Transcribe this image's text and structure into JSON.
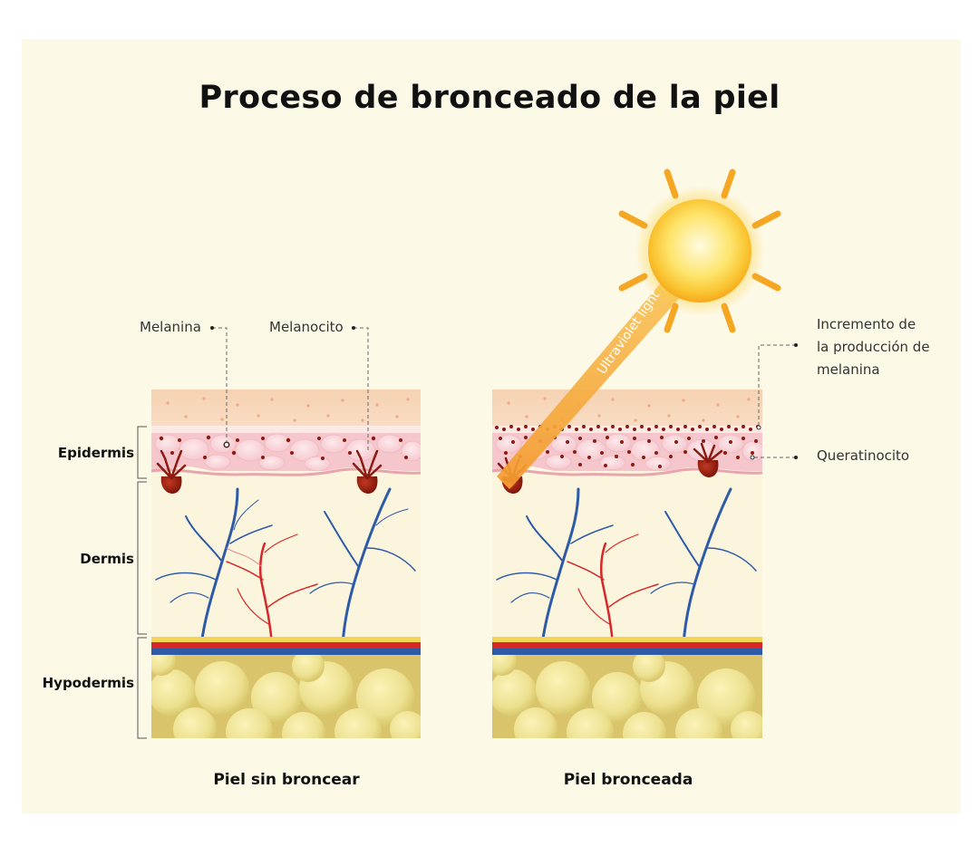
{
  "title": "Proceso de bronceado de la piel",
  "labels": {
    "melanina": "Melanina",
    "melanocito": "Melanocito",
    "increment_line1": "Incremento de",
    "increment_line2": "la producción de",
    "increment_line3": "melanina",
    "queratinocito": "Queratinocito",
    "uv_light": "Ultraviolet light"
  },
  "layers": {
    "epidermis": "Epidermis",
    "dermis": "Dermis",
    "hypodermis": "Hypodermis"
  },
  "captions": {
    "untanned": "Piel sin broncear",
    "tanned": "Piel bronceada"
  },
  "colors": {
    "background": "#fdf9e7",
    "artery": "#d62828",
    "vein": "#2e5aa8",
    "melanin": "#8b1a10",
    "fat": "#e8d98a",
    "sun": "#fbd03b",
    "sun_rays": "#f5a623"
  },
  "icons": {
    "sun": "sun-icon"
  }
}
